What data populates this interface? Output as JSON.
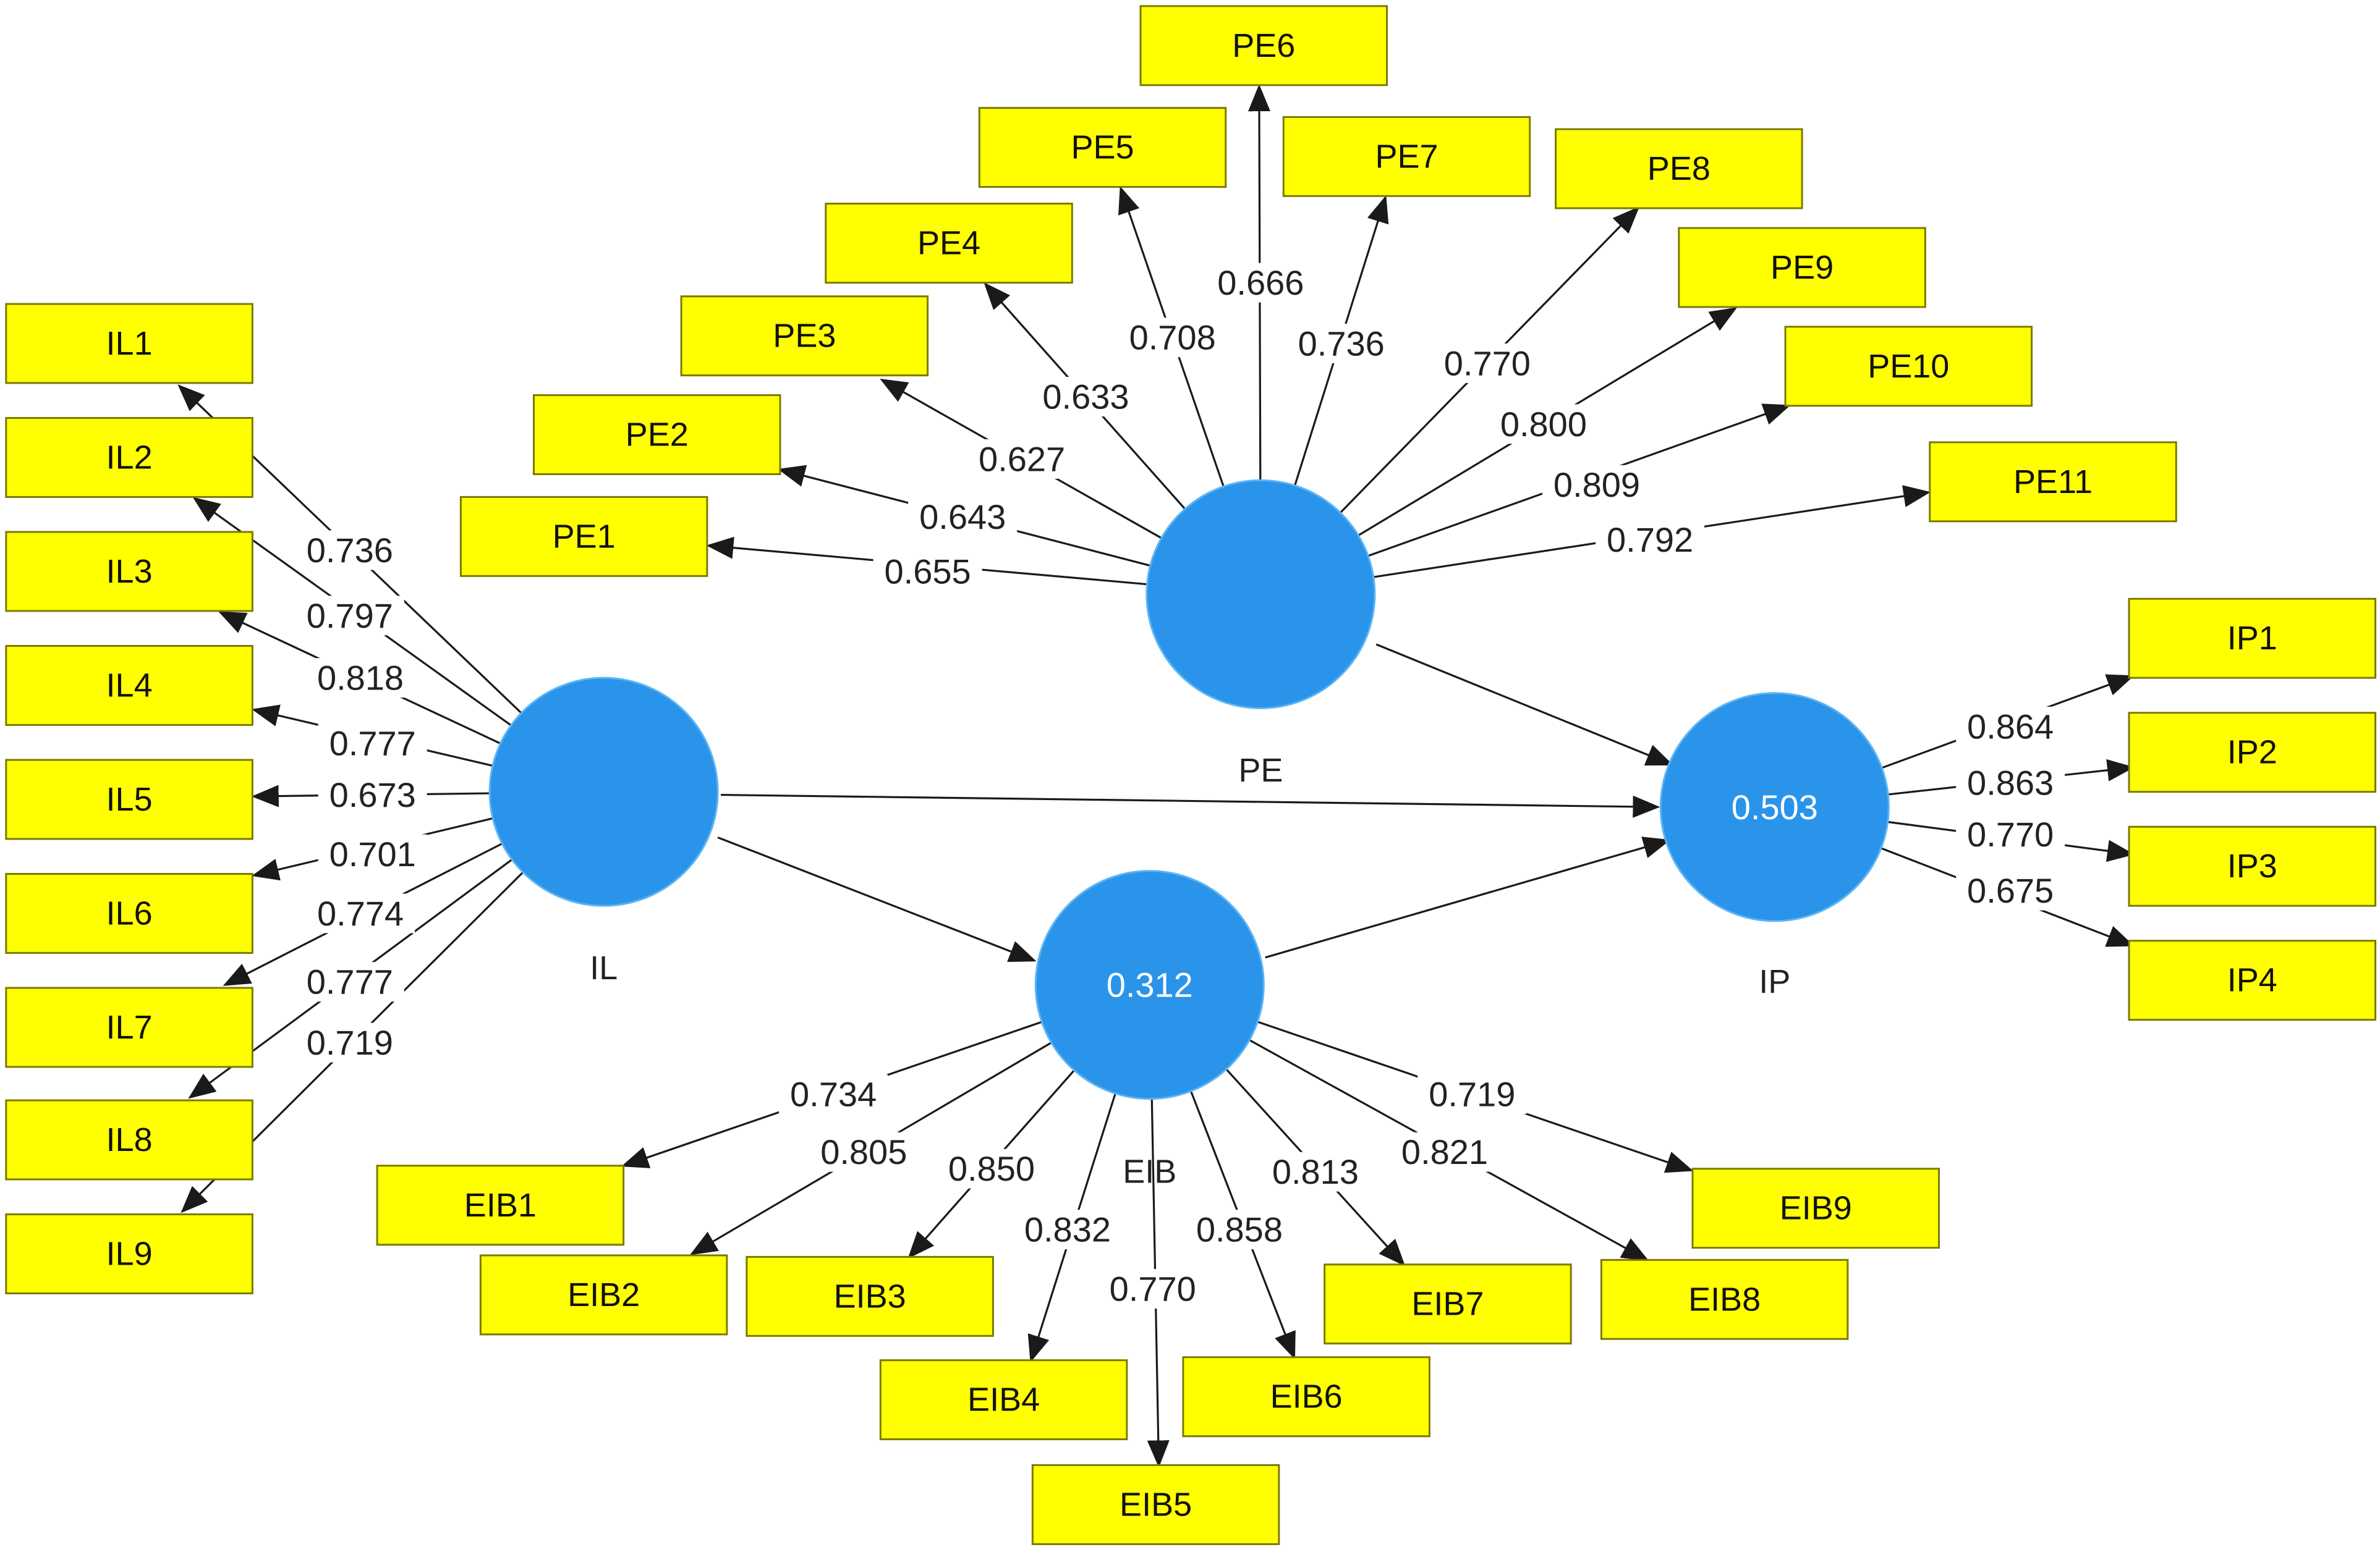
{
  "constructs": [
    {
      "id": "IL",
      "label": "IL",
      "value": ""
    },
    {
      "id": "PE",
      "label": "PE",
      "value": ""
    },
    {
      "id": "EIB",
      "label": "EIB",
      "value": "0.312"
    },
    {
      "id": "IP",
      "label": "IP",
      "value": "0.503"
    }
  ],
  "indicators": {
    "IL": [
      {
        "label": "IL1",
        "loading": "0.736"
      },
      {
        "label": "IL2",
        "loading": "0.797"
      },
      {
        "label": "IL3",
        "loading": "0.818"
      },
      {
        "label": "IL4",
        "loading": "0.777"
      },
      {
        "label": "IL5",
        "loading": "0.673"
      },
      {
        "label": "IL6",
        "loading": "0.701"
      },
      {
        "label": "IL7",
        "loading": "0.774"
      },
      {
        "label": "IL8",
        "loading": "0.777"
      },
      {
        "label": "IL9",
        "loading": "0.719"
      }
    ],
    "PE": [
      {
        "label": "PE1",
        "loading": "0.655"
      },
      {
        "label": "PE2",
        "loading": "0.643"
      },
      {
        "label": "PE3",
        "loading": "0.627"
      },
      {
        "label": "PE4",
        "loading": "0.633"
      },
      {
        "label": "PE5",
        "loading": "0.708"
      },
      {
        "label": "PE6",
        "loading": "0.666"
      },
      {
        "label": "PE7",
        "loading": "0.736"
      },
      {
        "label": "PE8",
        "loading": "0.770"
      },
      {
        "label": "PE9",
        "loading": "0.800"
      },
      {
        "label": "PE10",
        "loading": "0.809"
      },
      {
        "label": "PE11",
        "loading": "0.792"
      }
    ],
    "EIB": [
      {
        "label": "EIB1",
        "loading": "0.734"
      },
      {
        "label": "EIB2",
        "loading": "0.805"
      },
      {
        "label": "EIB3",
        "loading": "0.850"
      },
      {
        "label": "EIB4",
        "loading": "0.832"
      },
      {
        "label": "EIB5",
        "loading": "0.770"
      },
      {
        "label": "EIB6",
        "loading": "0.858"
      },
      {
        "label": "EIB7",
        "loading": "0.813"
      },
      {
        "label": "EIB8",
        "loading": "0.821"
      },
      {
        "label": "EIB9",
        "loading": "0.719"
      }
    ],
    "IP": [
      {
        "label": "IP1",
        "loading": "0.864"
      },
      {
        "label": "IP2",
        "loading": "0.863"
      },
      {
        "label": "IP3",
        "loading": "0.770"
      },
      {
        "label": "IP4",
        "loading": "0.675"
      }
    ]
  },
  "paths": [
    {
      "from": "IL",
      "to": "IP"
    },
    {
      "from": "IL",
      "to": "EIB"
    },
    {
      "from": "PE",
      "to": "IP"
    },
    {
      "from": "EIB",
      "to": "IP"
    }
  ],
  "colors": {
    "construct_fill": "#2a94ea",
    "indicator_fill": "#ffff00",
    "line": "#1a1a1a",
    "background": "#ffffff"
  }
}
